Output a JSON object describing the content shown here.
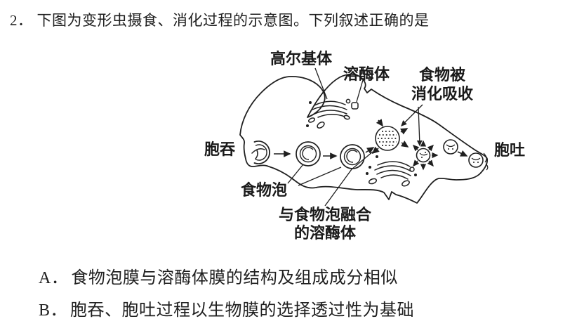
{
  "page": {
    "background": "#ffffff",
    "ink": "#1f1f1f"
  },
  "question": {
    "number": "2．",
    "text": "下图为变形虫摄食、消化过程的示意图。下列叙述正确的是"
  },
  "diagram": {
    "labels": {
      "golgi": "高尔基体",
      "lysosome": "溶酶体",
      "food_absorbed_line1": "食物被",
      "food_absorbed_line2": "消化吸收",
      "endocytosis": "胞吞",
      "exocytosis": "胞吐",
      "food_vacuole": "食物泡",
      "fused_lysosome_line1": "与食物泡融合",
      "fused_lysosome_line2": "的溶酶体"
    }
  },
  "options": [
    {
      "letter": "A．",
      "text": "食物泡膜与溶酶体膜的结构及组成成分相似"
    },
    {
      "letter": "B．",
      "text": "胞吞、胞吐过程以生物膜的选择透过性为基础"
    }
  ]
}
